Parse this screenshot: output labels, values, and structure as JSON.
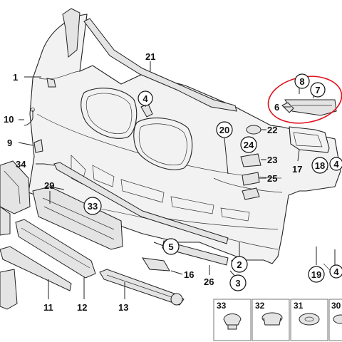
{
  "diagram": {
    "part_labels": {
      "p1": "1",
      "p2": "2",
      "p3": "3",
      "p4a": "4",
      "p4b": "4",
      "p5": "5",
      "p6": "6",
      "p7": "7",
      "p8": "8",
      "p9": "9",
      "p10": "10",
      "p11": "11",
      "p12": "12",
      "p13": "13",
      "p16": "16",
      "p17": "17",
      "p18": "18",
      "p19": "19",
      "p20": "20",
      "p21": "21",
      "p22": "22",
      "p23": "23",
      "p24": "24",
      "p25": "25",
      "p26": "26",
      "p29": "29",
      "p33": "33",
      "p34": "34"
    },
    "component_row": {
      "c33": "33",
      "c32": "32",
      "c31": "31",
      "c30": "30"
    },
    "highlight_color": "#e0101a"
  }
}
